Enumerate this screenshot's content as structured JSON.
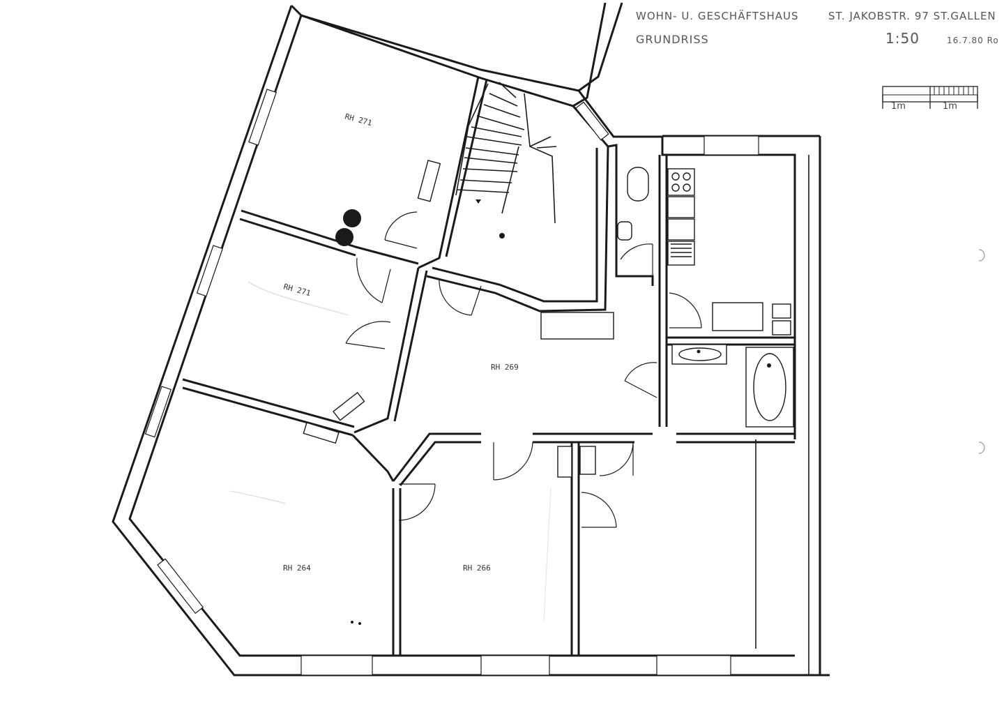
{
  "title": {
    "line1": "WOHN- U. GESCHÄFTSHAUS",
    "address": "ST. JAKOBSTR. 97 ST.GALLEN",
    "line2": "GRUNDRISS",
    "scale": "1:50",
    "date": "16.7.80 Ro"
  },
  "scale_bar": {
    "label_left": "1m",
    "label_right": "1m"
  },
  "rooms": [
    {
      "id": "rh271-top",
      "label": "RH 271"
    },
    {
      "id": "rh271-mid",
      "label": "RH 271"
    },
    {
      "id": "rh269",
      "label": "RH 269"
    },
    {
      "id": "rh264",
      "label": "RH 264"
    },
    {
      "id": "rh266",
      "label": "RH 266"
    }
  ]
}
